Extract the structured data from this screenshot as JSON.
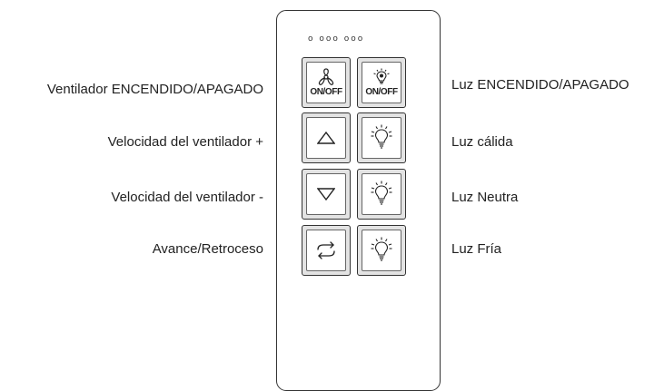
{
  "leds": "o  ooo  ooo",
  "left_labels": [
    "Ventilador ENCENDIDO/APAGADO",
    "Velocidad del ventilador +",
    "Velocidad del ventilador -",
    "Avance/Retroceso"
  ],
  "right_labels": [
    "Luz ENCENDIDO/APAGADO",
    "Luz cálida",
    "Luz Neutra",
    "Luz Fría"
  ],
  "buttons": {
    "fan_power_caption": "ON/OFF",
    "light_power_caption": "ON/OFF"
  },
  "icons": [
    "fan-icon",
    "bulb-icon",
    "triangle-up-icon",
    "triangle-down-icon",
    "reverse-arrows-icon"
  ]
}
